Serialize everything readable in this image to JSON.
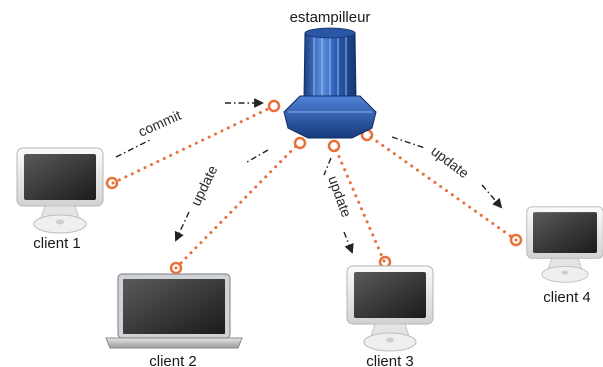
{
  "title": "estampilleur",
  "server": {
    "icon": "server-tower-icon"
  },
  "clients": [
    {
      "label": "client 1",
      "icon": "imac-icon"
    },
    {
      "label": "client 2",
      "icon": "laptop-icon"
    },
    {
      "label": "client 3",
      "icon": "imac-icon"
    },
    {
      "label": "client 4",
      "icon": "imac-icon"
    }
  ],
  "arrows": {
    "commit": "commit",
    "update_client2": "update",
    "update_client3": "update",
    "update_client4": "update"
  },
  "colors": {
    "link": "#e8703a",
    "server_blue": "#2f63b8",
    "arrow": "#222222"
  }
}
